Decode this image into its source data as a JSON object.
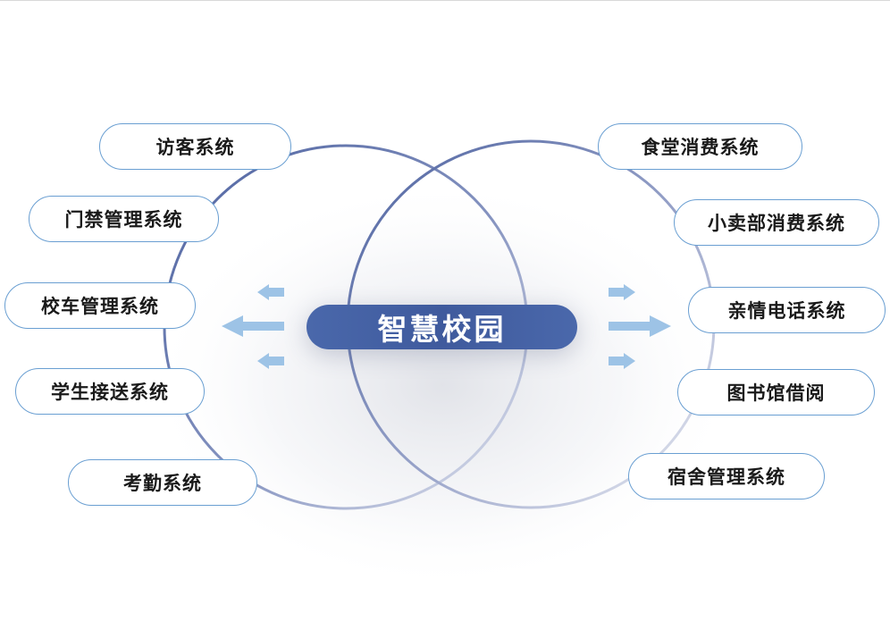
{
  "center": {
    "label": "智慧校园"
  },
  "left_systems": [
    {
      "label": "访客系统"
    },
    {
      "label": "门禁管理系统"
    },
    {
      "label": "校车管理系统"
    },
    {
      "label": "学生接送系统"
    },
    {
      "label": "考勤系统"
    }
  ],
  "right_systems": [
    {
      "label": "食堂消费系统"
    },
    {
      "label": "小卖部消费系统"
    },
    {
      "label": "亲情电话系统"
    },
    {
      "label": "图书馆借阅"
    },
    {
      "label": "宿舍管理系统"
    }
  ],
  "colors": {
    "circle_stroke": "#5a6fa8",
    "pill_border": "#6a9fd2",
    "center_fill": "#44609f",
    "arrow_fill": "#9dc3e6"
  }
}
